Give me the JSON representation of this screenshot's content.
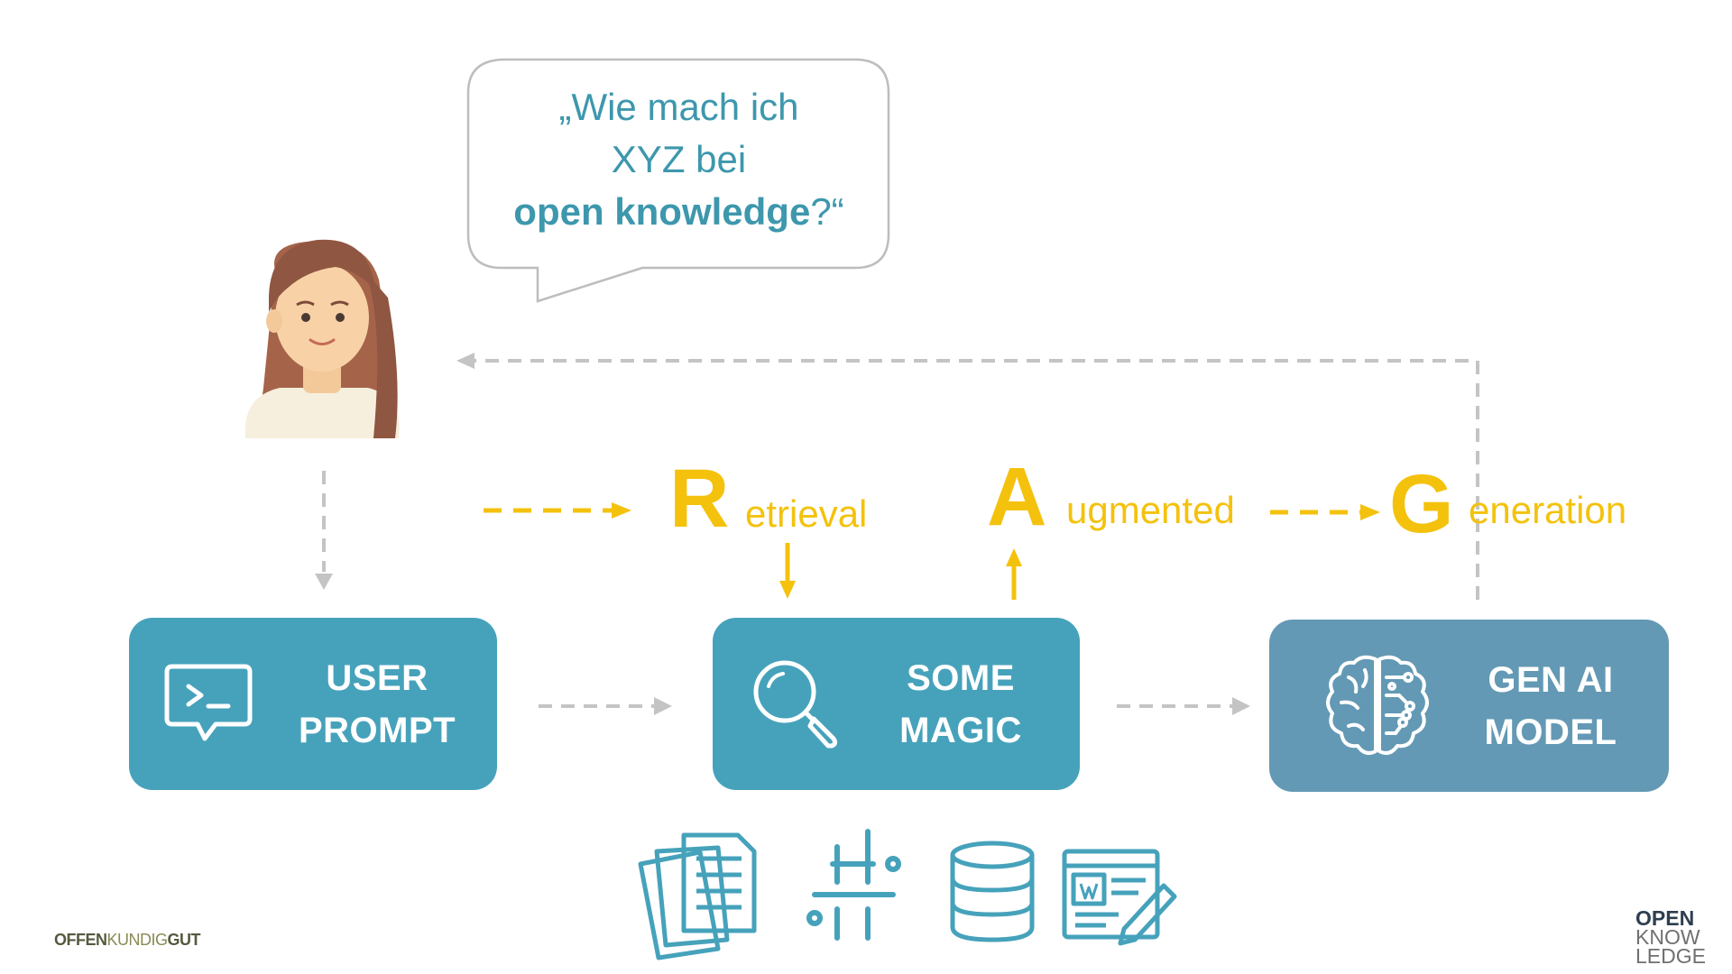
{
  "speech_bubble": {
    "line1": "„Wie mach ich",
    "line2": "XYZ bei",
    "line3_bold": "open knowledge",
    "line3_rest": "?“"
  },
  "rag": {
    "r_letter": "R",
    "r_rest": "etrieval",
    "a_letter": "A",
    "a_rest": "ugmented",
    "g_letter": "G",
    "g_rest": "eneration"
  },
  "boxes": {
    "user_prompt": {
      "line1": "USER",
      "line2": "PROMPT",
      "icon": "terminal-chat-icon",
      "color": "#46a2bb"
    },
    "some_magic": {
      "line1": "SOME",
      "line2": "MAGIC",
      "icon": "magnifier-icon",
      "color": "#46a2bb"
    },
    "gen_ai_model": {
      "line1": "GEN AI",
      "line2": "MODEL",
      "icon": "brain-circuit-icon",
      "color": "#6399b4"
    }
  },
  "sources": {
    "icons": [
      "documents-icon",
      "slack-icon",
      "database-icon",
      "word-document-icon"
    ]
  },
  "footer": {
    "left_part1": "OFFEN",
    "left_part2": "KUNDIG",
    "left_part3": "GUT",
    "logo_line1": "OPEN",
    "logo_line2": "KNOW",
    "logo_line3": "LEDGE"
  },
  "colors": {
    "accent_yellow": "#f4c20d",
    "teal": "#46a2bb",
    "slate_blue": "#6399b4",
    "gray_arrow": "#c4c4c4",
    "text_teal": "#3d97ad"
  }
}
